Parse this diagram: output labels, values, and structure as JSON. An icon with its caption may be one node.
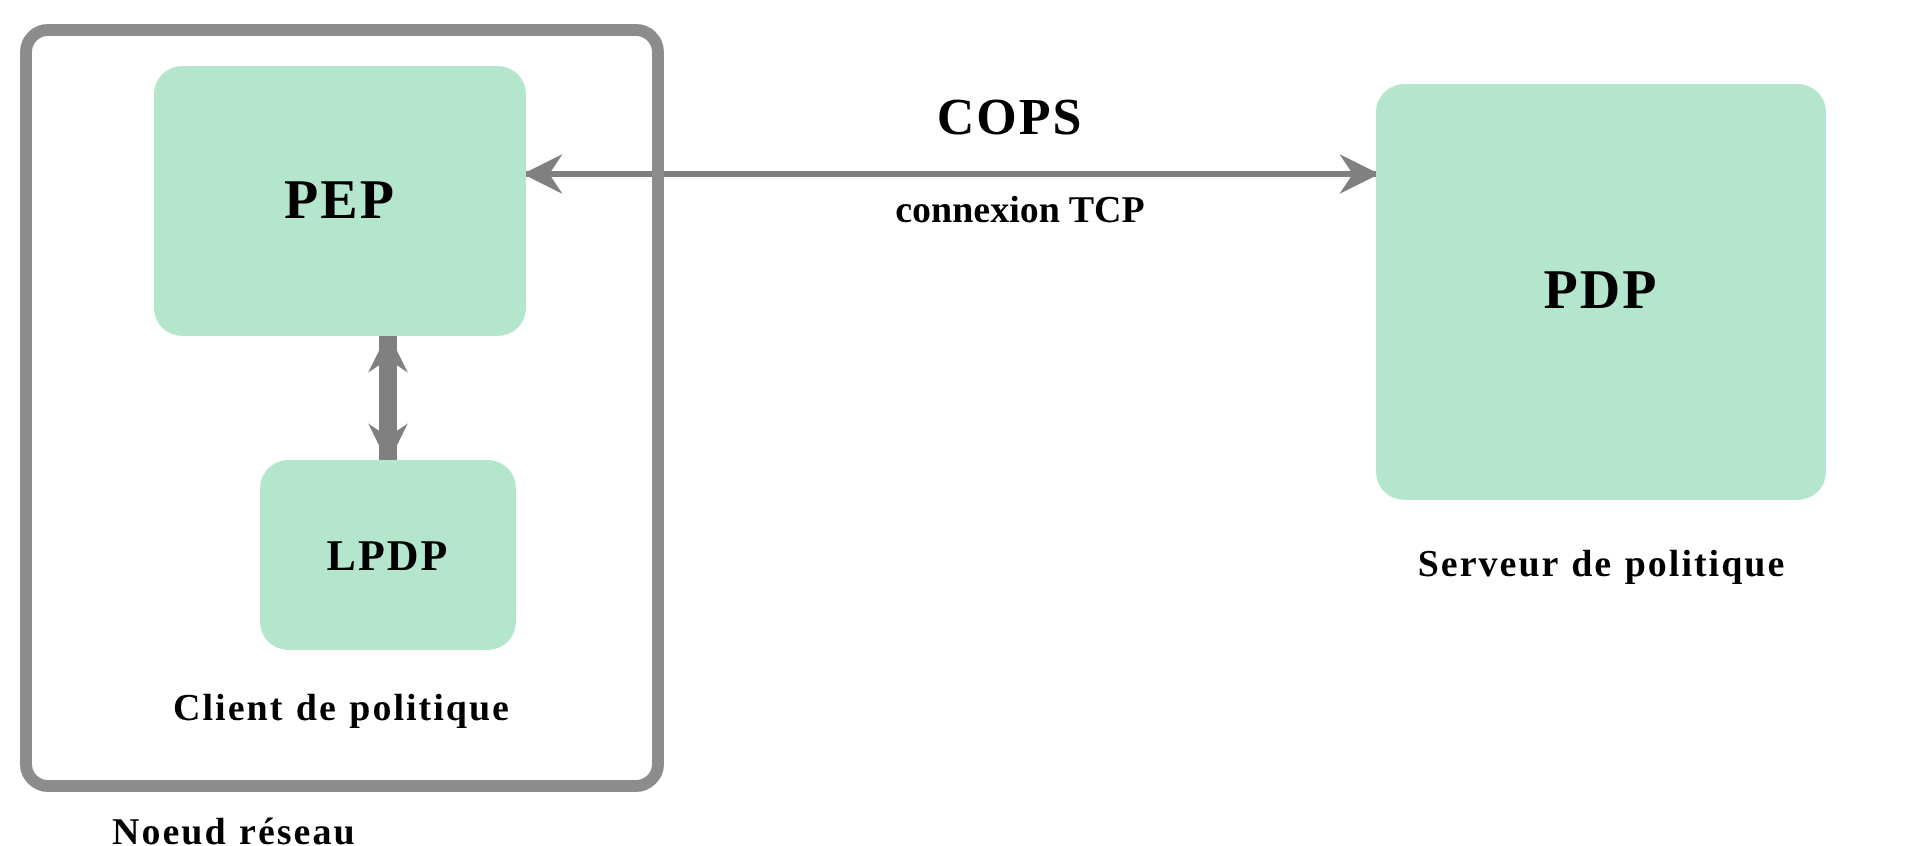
{
  "diagram": {
    "nodes": [
      {
        "text": [
          "Client de politique",
          "Noeud réseau"
        ]
      },
      {
        "text": [
          "PEP"
        ],
        "in": 0
      },
      {
        "text": [
          "LPDP"
        ],
        "in": 0
      },
      {
        "text": [
          "PDP"
        ],
        "beside": [
          "Serveur de politique"
        ]
      }
    ],
    "edges": [
      {
        "from": 1,
        "to": 3,
        "arrow": "both",
        "label": "COPS"
      },
      {
        "from": 1,
        "to": 2,
        "arrow": "both",
        "style": "thick"
      }
    ],
    "labels": [
      "connexion TCP"
    ]
  }
}
